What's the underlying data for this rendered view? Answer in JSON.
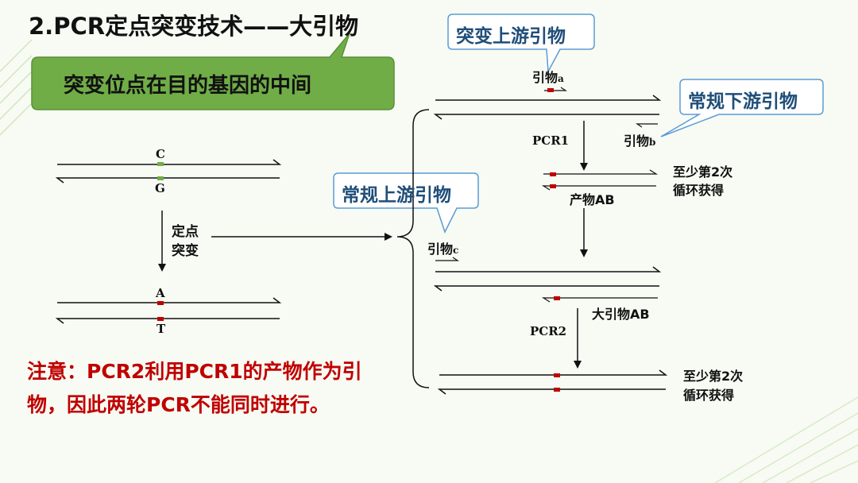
{
  "title": "2.PCR定点突变技术——大引物",
  "green_box": "突变位点在目的基因的中间",
  "callouts": {
    "mut_upstream": "突变上游引物",
    "normal_downstream": "常规下游引物",
    "normal_upstream": "常规上游引物"
  },
  "left": {
    "base_top_orig": "C",
    "base_bottom_orig": "G",
    "mutate_line1": "定点",
    "mutate_line2": "突变",
    "base_top_mut": "A",
    "base_bottom_mut": "T"
  },
  "right": {
    "primer_a": "引物",
    "primer_a_sub": "a",
    "primer_b": "引物",
    "primer_b_sub": "b",
    "primer_c": "引物",
    "primer_c_sub": "c",
    "pcr1": "PCR1",
    "pcr2": "PCR2",
    "cycles1_line1": "至少第2次",
    "cycles1_line2": "循环获得",
    "product_ab": "产物AB",
    "big_primer_ab": "大引物AB",
    "cycles2_line1": "至少第2次",
    "cycles2_line2": "循环获得"
  },
  "note": "注意：PCR2利用PCR1的产物作为引物，因此两轮PCR不能同时进行。",
  "colors": {
    "background": "#f7fbf3",
    "green_box": "#70ad47",
    "callout_border": "#5b9bd5",
    "note_text": "#c00000",
    "mutation_mark": "#c00000",
    "original_mark": "#70ad47"
  }
}
